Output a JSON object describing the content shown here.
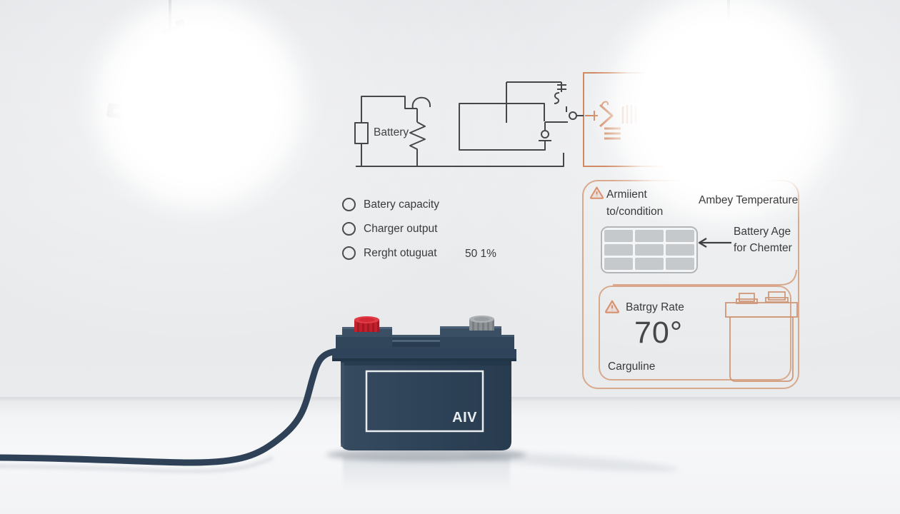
{
  "colors": {
    "wall": "#e7e9eb",
    "floor": "#f3f4f6",
    "ink": "#474747",
    "text": "#3a3a3a",
    "orange-line": "#cf8a63",
    "panel-border": "#d8a98c",
    "warning": "#d8906c",
    "grid-cell": "#c6c9cc",
    "grid-border": "#b3b6b9",
    "navy": "#2e4257",
    "navy-dark": "#273a4e",
    "navy-light": "#3a4e64",
    "terminal-red": "#c2202c",
    "terminal-gray": "#8d9297",
    "cable": "#2e4156",
    "metal": "#b9bcc0",
    "label-stroke": "#e9edf0"
  },
  "circuit": {
    "battery_label": "Battery"
  },
  "checklist": {
    "items": [
      {
        "label": "Batery capacity"
      },
      {
        "label": "Charger output"
      },
      {
        "label": "Rerght otuguat",
        "value": "50 1%"
      }
    ]
  },
  "ambient_panel": {
    "title_line1": "Armiient",
    "title_line2": "to/condition",
    "subtitle": "Ambey Temperature",
    "note_line1": "Battery Age",
    "note_line2": "for Chemter",
    "grid": {
      "rows": 3,
      "cols": 3
    }
  },
  "rate_panel": {
    "title": "Batrgy Rate",
    "value": "70°",
    "caption": "Carguline"
  },
  "battery": {
    "label": "AIV"
  },
  "icons": {
    "warning": "triangle-exclamation",
    "radio": "circle-outline",
    "arrow_left": "left-arrow",
    "battery_outline": "car-battery-outline",
    "lamp": "pendant-globe-lamp"
  }
}
